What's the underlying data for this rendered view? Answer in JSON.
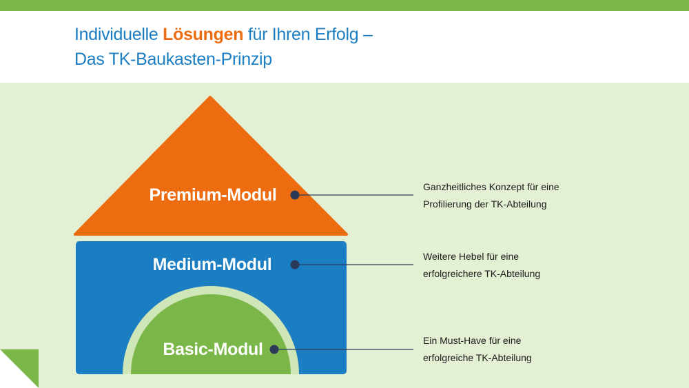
{
  "header": {
    "title_part1": "Individuelle ",
    "title_highlight": "Lösungen",
    "title_part2": " für Ihren Erfolg –",
    "title_line2": "Das TK-Baukasten-Prinzip"
  },
  "modules": [
    {
      "label": "Premium-Modul",
      "color": "#ec6c0f",
      "description": [
        "Ganzheitliches Konzept für eine",
        "Profilierung der TK-Abteilung"
      ]
    },
    {
      "label": "Medium-Modul",
      "color": "#1b7ec2",
      "description": [
        "Weitere Hebel für eine",
        "erfolgreichere TK-Abteilung"
      ]
    },
    {
      "label": "Basic-Modul",
      "color": "#7ab648",
      "description": [
        "Ein Must-Have für eine",
        "erfolgreiche TK-Abteilung"
      ]
    }
  ],
  "colors": {
    "brand_green": "#7ab648",
    "brand_blue": "#1b7ec2",
    "brand_orange": "#ec6c0f",
    "background_green": "#e3f0d3",
    "connector": "#2b3a57"
  }
}
